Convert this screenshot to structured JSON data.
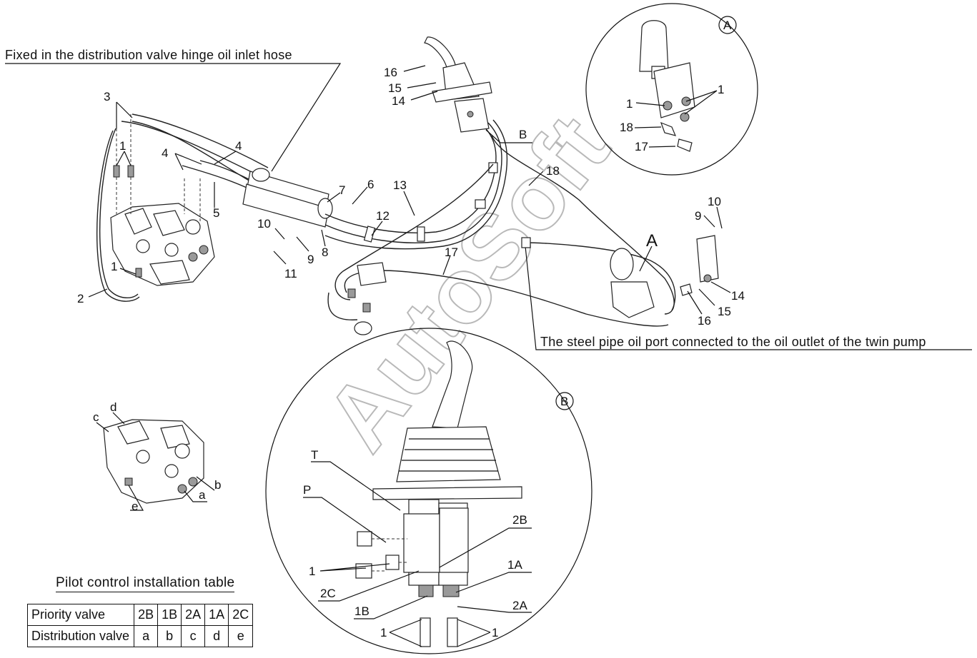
{
  "annotations": {
    "hinge_hose": "Fixed in the distribution valve hinge oil inlet hose",
    "steel_pipe": "The steel pipe oil port connected to the oil outlet of the twin pump"
  },
  "watermark": "AutoSoft",
  "callouts": {
    "main": [
      "3",
      "1",
      "4",
      "4",
      "5",
      "2",
      "1",
      "7",
      "6",
      "13",
      "12",
      "10",
      "9",
      "8",
      "11",
      "16",
      "15",
      "14",
      "B",
      "18",
      "17",
      "10",
      "9",
      "14",
      "15",
      "16",
      "A"
    ],
    "detail_a": [
      "A",
      "1",
      "1",
      "18",
      "17"
    ],
    "detail_b": [
      "B",
      "T",
      "P",
      "1",
      "2B",
      "2C",
      "1B",
      "1A",
      "2A",
      "1",
      "1"
    ],
    "ports": [
      "c",
      "d",
      "b",
      "a",
      "e"
    ]
  },
  "table": {
    "title": "Pilot control installation table",
    "rows": [
      {
        "label": "Priority valve",
        "cells": [
          "2B",
          "1B",
          "2A",
          "1A",
          "2C"
        ]
      },
      {
        "label": "Distribution valve",
        "cells": [
          "a",
          "b",
          "c",
          "d",
          "e"
        ]
      }
    ]
  }
}
